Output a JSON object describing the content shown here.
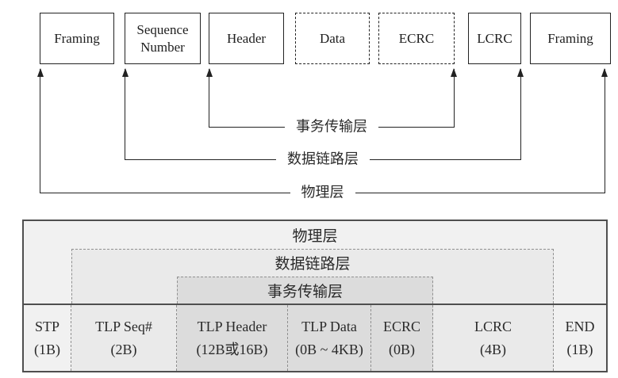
{
  "colors": {
    "table_bg": "#f1f1f1",
    "dll_bg": "#eaeaea",
    "tl_bg": "#dcdcdc",
    "border_dark": "#4f4f4f",
    "line": "#222222",
    "dashed": "#909090"
  },
  "top_diagram": {
    "boxes": [
      {
        "label": "Framing",
        "border": "solid"
      },
      {
        "label": "Sequence Number",
        "border": "solid"
      },
      {
        "label": "Header",
        "border": "solid"
      },
      {
        "label": "Data",
        "border": "dashed"
      },
      {
        "label": "ECRC",
        "border": "dashed"
      },
      {
        "label": "LCRC",
        "border": "solid"
      },
      {
        "label": "Framing",
        "border": "solid"
      }
    ],
    "brackets": [
      {
        "label": "事务传输层",
        "spans": "Header – ECRC"
      },
      {
        "label": "数据链路层",
        "spans": "Sequence Number – LCRC"
      },
      {
        "label": "物理层",
        "spans": "Framing – Framing"
      }
    ]
  },
  "table": {
    "bands": [
      {
        "label": "物理层"
      },
      {
        "label": "数据链路层"
      },
      {
        "label": "事务传输层"
      }
    ],
    "cells": [
      {
        "name": "STP",
        "size": "(1B)"
      },
      {
        "name": "TLP Seq#",
        "size": "(2B)"
      },
      {
        "name": "TLP Header",
        "size": "(12B或16B)"
      },
      {
        "name": "TLP Data",
        "size": "(0B ~ 4KB)"
      },
      {
        "name": "ECRC",
        "size": "(0B)"
      },
      {
        "name": "LCRC",
        "size": "(4B)"
      },
      {
        "name": "END",
        "size": "(1B)"
      }
    ]
  }
}
